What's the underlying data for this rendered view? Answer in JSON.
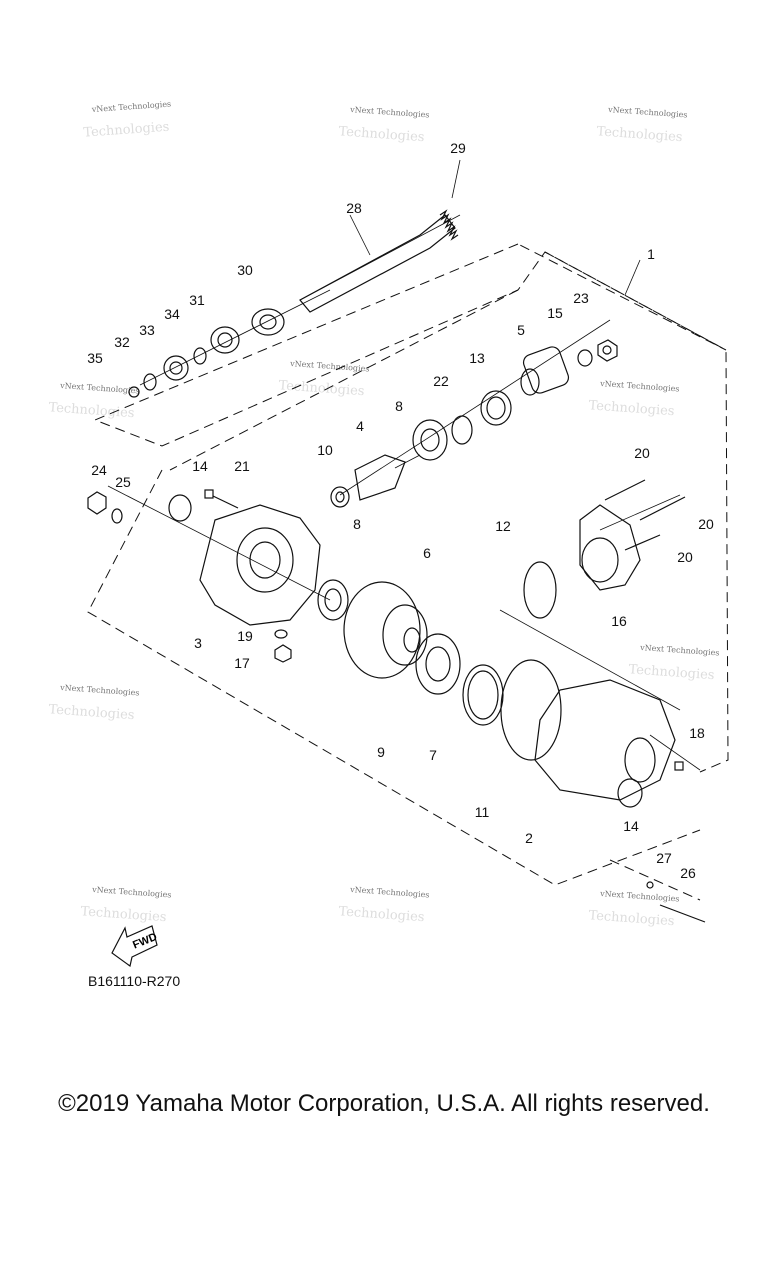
{
  "diagram_code": "B161110-R270",
  "copyright": "©2019 Yamaha Motor Corporation, U.S.A. All rights reserved.",
  "watermark": "vNext Technologies",
  "fwd_label": "FWD",
  "callouts": [
    "29",
    "28",
    "30",
    "31",
    "34",
    "33",
    "32",
    "35",
    "1",
    "23",
    "15",
    "5",
    "13",
    "22",
    "8",
    "4",
    "10",
    "14",
    "21",
    "24",
    "25",
    "20",
    "20",
    "20",
    "12",
    "8",
    "6",
    "16",
    "3",
    "19",
    "17",
    "9",
    "7",
    "11",
    "18",
    "2",
    "14",
    "27",
    "26"
  ]
}
